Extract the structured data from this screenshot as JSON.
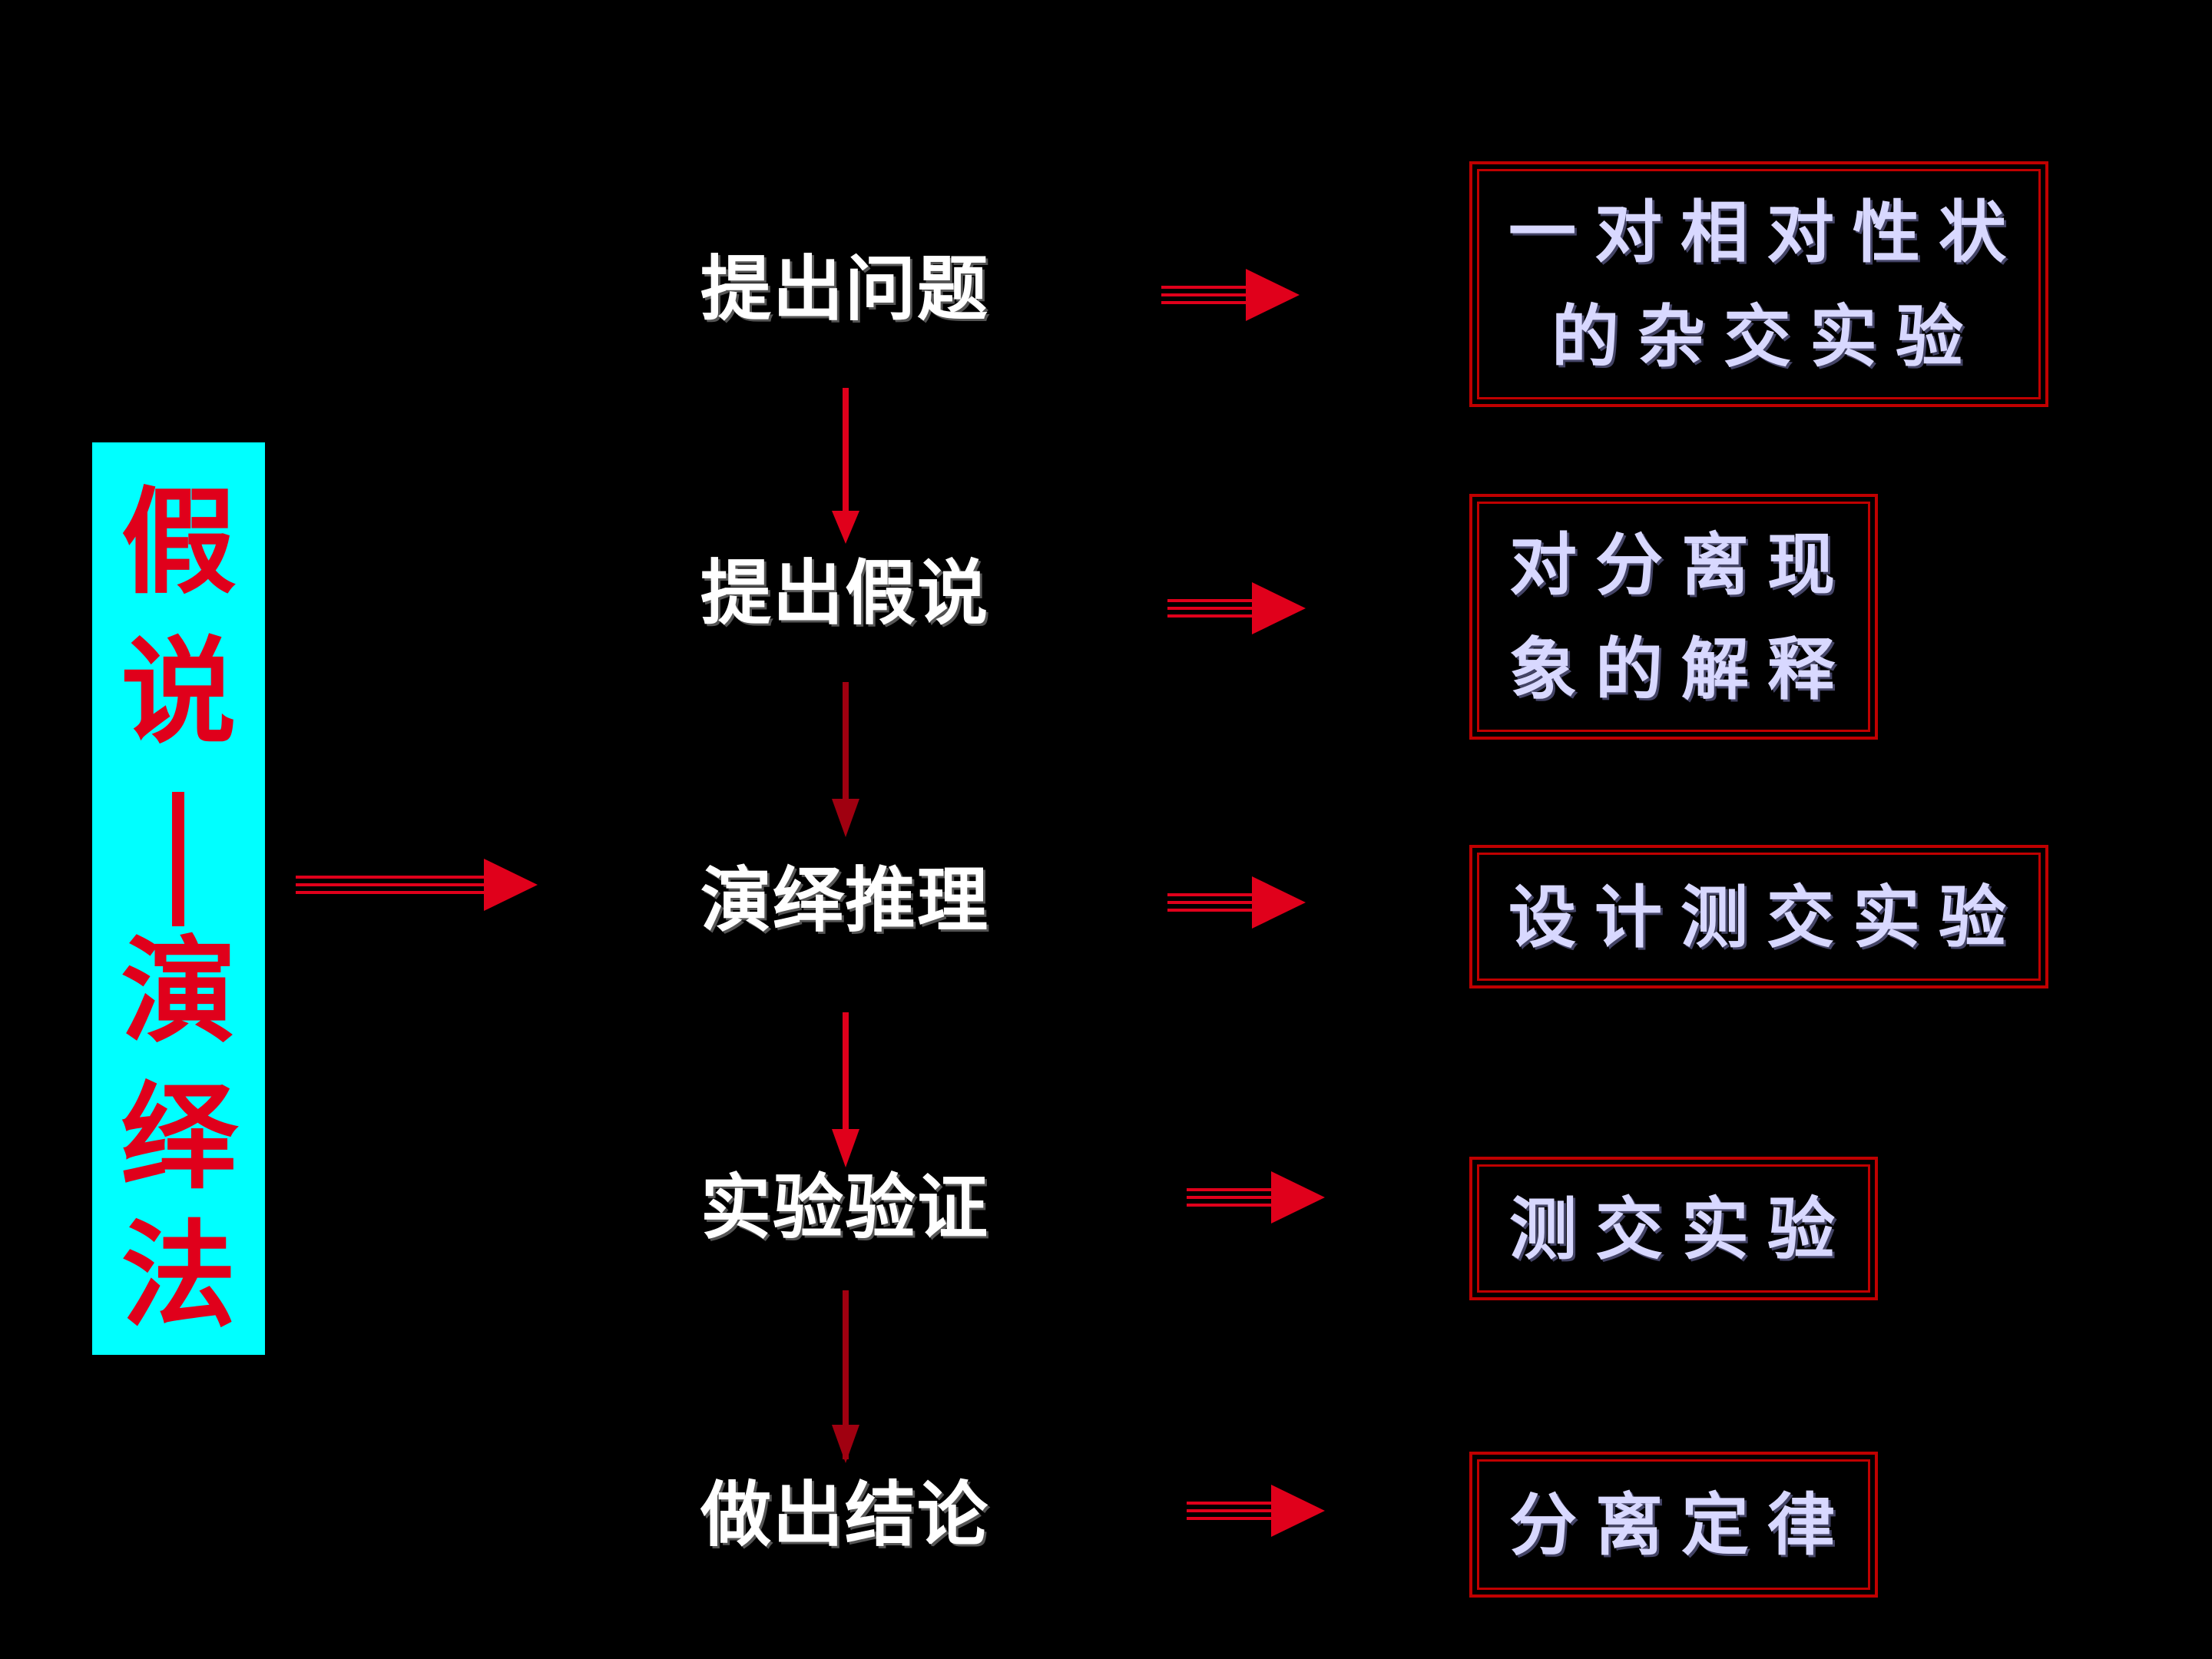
{
  "method": {
    "chars": [
      "假",
      "说",
      "演",
      "绎",
      "法"
    ]
  },
  "steps": [
    {
      "label": "提出问题"
    },
    {
      "label": "提出假说"
    },
    {
      "label": "演绎推理"
    },
    {
      "label": "实验验证"
    },
    {
      "label": "做出结论"
    }
  ],
  "results": [
    {
      "text": "一对相对性状\n的杂交实验"
    },
    {
      "text": "对分离现\n象的解释"
    },
    {
      "text": "设计测交实验"
    },
    {
      "text": "测交实验"
    },
    {
      "text": "分离定律"
    }
  ],
  "colors": {
    "background": "#000000",
    "panel": "#00ffff",
    "panel_text": "#e0001b",
    "arrow_red": "#e0001b",
    "arrow_dark_red": "#a00010",
    "box_border": "#c00000",
    "result_text": "#d8d8ff",
    "step_text": "#ffffff"
  }
}
